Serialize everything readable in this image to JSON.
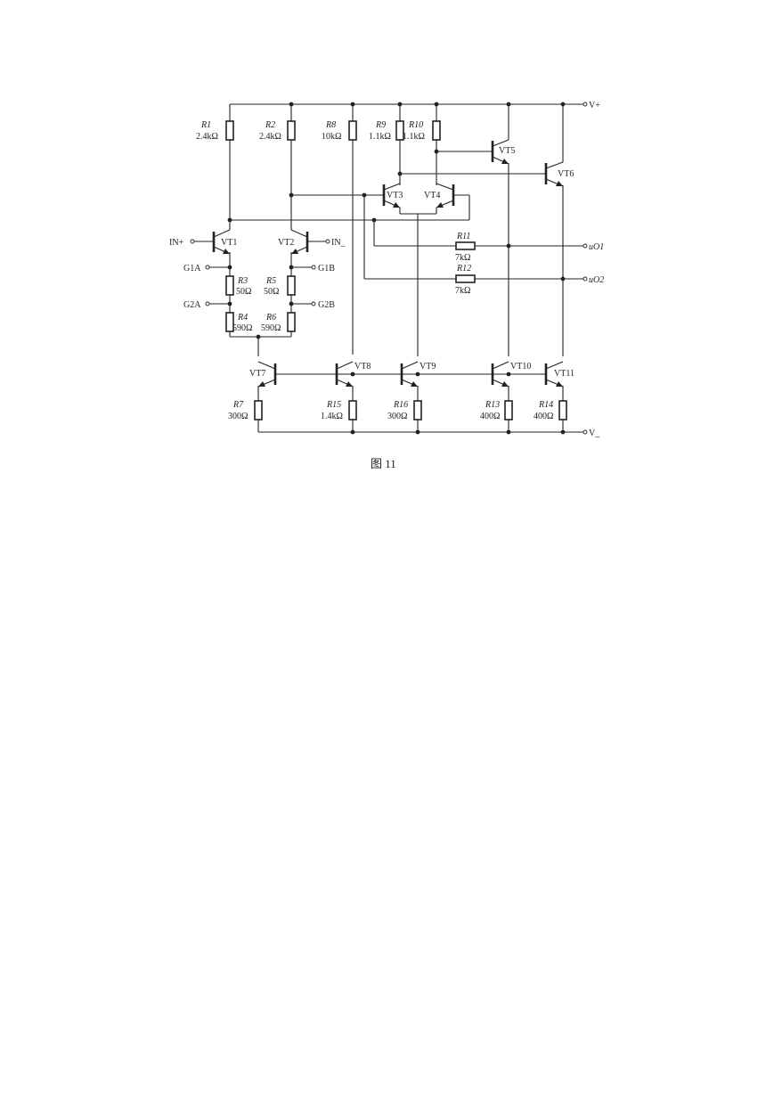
{
  "caption": "图 11",
  "supply": {
    "pos": "V+",
    "neg": "V_"
  },
  "inputs": {
    "in_pos": "IN+",
    "in_neg": "IN_"
  },
  "gain_pins": {
    "g1a": "G1A",
    "g1b": "G1B",
    "g2a": "G2A",
    "g2b": "G2B"
  },
  "outputs": {
    "uo1": "uO1",
    "uo2": "uO2"
  },
  "resistors": [
    {
      "id": "R1",
      "value": "2.4kΩ"
    },
    {
      "id": "R2",
      "value": "2.4kΩ"
    },
    {
      "id": "R3",
      "value": "50Ω"
    },
    {
      "id": "R4",
      "value": "590Ω"
    },
    {
      "id": "R5",
      "value": "50Ω"
    },
    {
      "id": "R6",
      "value": "590Ω"
    },
    {
      "id": "R7",
      "value": "300Ω"
    },
    {
      "id": "R8",
      "value": "10kΩ"
    },
    {
      "id": "R9",
      "value": "1.1kΩ"
    },
    {
      "id": "R10",
      "value": "1.1kΩ"
    },
    {
      "id": "R11",
      "value": "7kΩ"
    },
    {
      "id": "R12",
      "value": "7kΩ"
    },
    {
      "id": "R13",
      "value": "400Ω"
    },
    {
      "id": "R14",
      "value": "400Ω"
    },
    {
      "id": "R15",
      "value": "1.4kΩ"
    },
    {
      "id": "R16",
      "value": "300Ω"
    }
  ],
  "transistors": [
    "VT1",
    "VT2",
    "VT3",
    "VT4",
    "VT5",
    "VT6",
    "VT7",
    "VT8",
    "VT9",
    "VT10",
    "VT11"
  ]
}
